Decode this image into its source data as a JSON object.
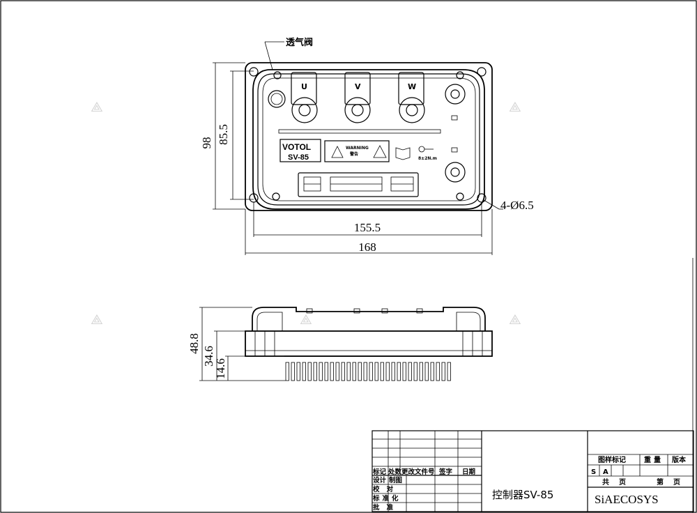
{
  "drawing": {
    "top_view": {
      "vent_valve_label": "透气阀",
      "height_outer": "98",
      "height_inner": "85.5",
      "width_inner": "155.5",
      "width_outer": "168",
      "hole_spec": "4-Ø6.5",
      "terminals": [
        "U",
        "V",
        "W"
      ],
      "brand": "VOTOL",
      "model_plate": "SV-85",
      "warning_en": "WARNING",
      "warning_cn": "警告",
      "torque": "8±2N.m"
    },
    "side_view": {
      "height_total": "48.8",
      "height_mid": "34.6",
      "height_fins": "14.6"
    },
    "title_block": {
      "col_headers": [
        "标记",
        "处数",
        "更改文件号",
        "签字",
        "日期"
      ],
      "rows": [
        "设计",
        "制图",
        "校对",
        "标准化",
        "批准"
      ],
      "product": "控制器SV-85",
      "drawing_mark": "图样标记",
      "weight": "重量",
      "version": "版本",
      "marks": [
        "S",
        "A"
      ],
      "total_sheets": "共页",
      "sheet_no": "第页",
      "company": "SiAECOSYS"
    }
  }
}
